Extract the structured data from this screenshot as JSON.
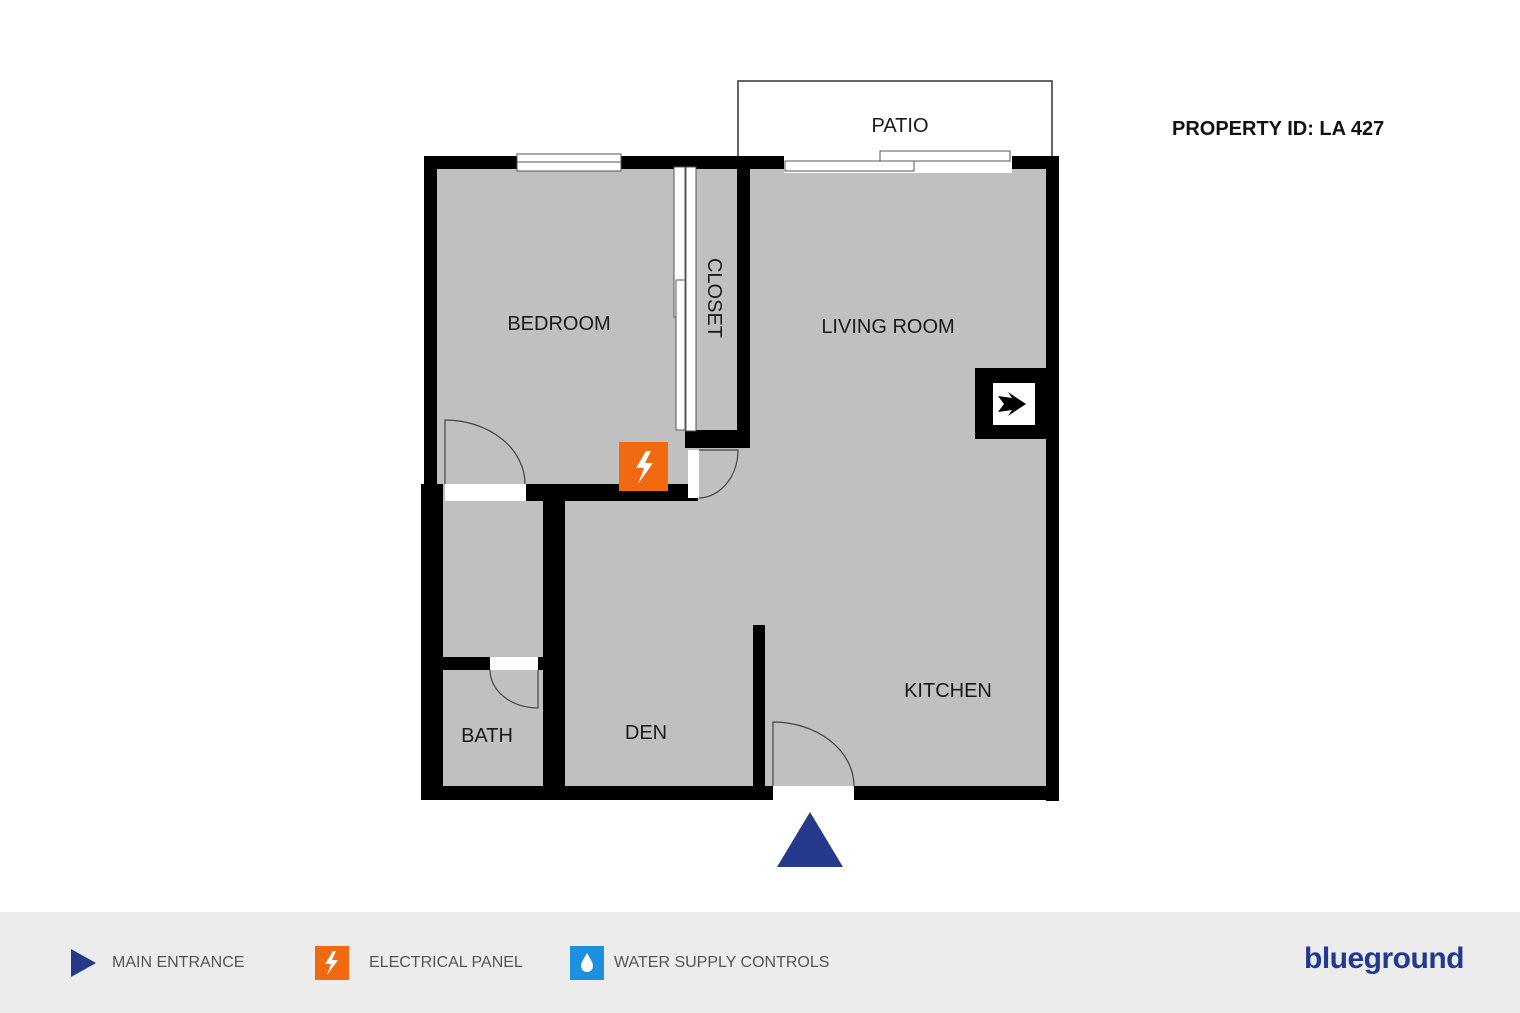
{
  "property_id": "PROPERTY ID: LA 427",
  "rooms": {
    "patio": "PATIO",
    "bedroom": "BEDROOM",
    "closet": "CLOSET",
    "living_room": "LIVING ROOM",
    "kitchen": "KITCHEN",
    "den": "DEN",
    "bath": "BATH"
  },
  "legend": {
    "main_entrance": "MAIN ENTRANCE",
    "electrical_panel": "ELECTRICAL PANEL",
    "water_supply": "WATER SUPPLY CONTROLS"
  },
  "brand": "blueground",
  "colors": {
    "floor": "#c0c0c0",
    "wall": "#000000",
    "entrance_marker": "#253a8a",
    "electrical_panel": "#f26a10",
    "water_supply": "#1e90e0",
    "brand": "#1f3a8f",
    "legend_bar": "#ececec"
  },
  "icons": [
    "main-entrance-icon",
    "electrical-panel-icon",
    "water-supply-icon",
    "fireplace-icon"
  ]
}
